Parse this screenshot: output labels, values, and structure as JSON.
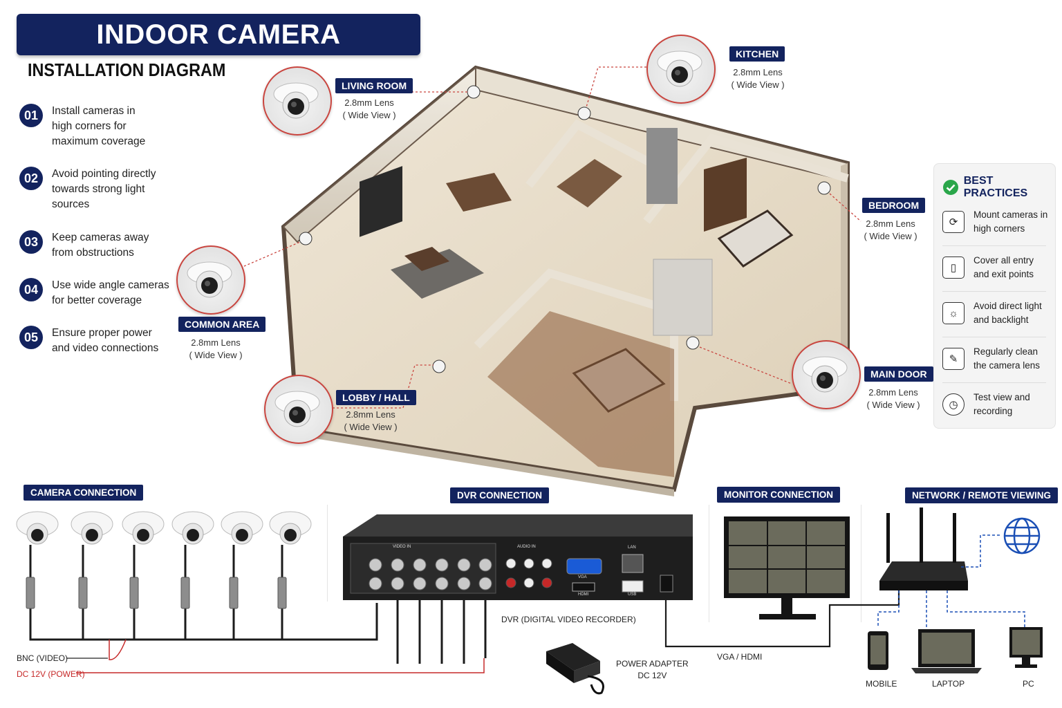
{
  "header": {
    "title": "INDOOR CAMERA PLACEMENT",
    "subtitle": "INSTALLATION DIAGRAM"
  },
  "steps": [
    {
      "num": "01",
      "text": "Install cameras in high corners for maximum coverage"
    },
    {
      "num": "02",
      "text": "Avoid pointing directly towards strong light sources"
    },
    {
      "num": "03",
      "text": "Keep cameras away from obstructions"
    },
    {
      "num": "04",
      "text": "Use wide angle cameras for better coverage"
    },
    {
      "num": "05",
      "text": "Ensure proper power and video connections"
    }
  ],
  "rooms": {
    "living_room": {
      "label": "LIVING ROOM",
      "lens": "2.8mm Lens",
      "view": "( Wide View )"
    },
    "kitchen": {
      "label": "KITCHEN",
      "lens": "2.8mm Lens",
      "view": "( Wide View )"
    },
    "bedroom": {
      "label": "BEDROOM",
      "lens": "2.8mm Lens",
      "view": "( Wide View )"
    },
    "common_area": {
      "label": "COMMON AREA",
      "lens": "2.8mm Lens",
      "view": "( Wide View )"
    },
    "lobby_hall": {
      "label": "LOBBY / HALL",
      "lens": "2.8mm Lens",
      "view": "( Wide View )"
    },
    "main_door": {
      "label": "MAIN DOOR",
      "lens": "2.8mm Lens",
      "view": "( Wide View )"
    }
  },
  "best_practices": {
    "title": "BEST PRACTICES",
    "items": [
      {
        "text": "Mount cameras in high corners",
        "icon": "camera-icon"
      },
      {
        "text": "Cover all entry and exit points",
        "icon": "door-icon"
      },
      {
        "text": "Avoid direct light and backlight",
        "icon": "sun-icon"
      },
      {
        "text": "Regularly clean the camera lens",
        "icon": "wrench-icon"
      },
      {
        "text": "Test view and recording",
        "icon": "clock-icon"
      }
    ]
  },
  "connections": {
    "camera": "CAMERA CONNECTION",
    "dvr": "DVR CONNECTION",
    "monitor": "MONITOR CONNECTION",
    "network": "NETWORK / REMOTE VIEWING",
    "dvr_caption": "DVR (DIGITAL VIDEO RECORDER)",
    "bnc": "BNC (VIDEO)",
    "dc": "DC 12V (POWER)",
    "power_adapter_1": "POWER ADAPTER",
    "power_adapter_2": "DC 12V",
    "vga_hdmi": "VGA / HDMI",
    "devices": {
      "mobile": "MOBILE",
      "laptop": "LAPTOP",
      "pc": "PC"
    },
    "dvr_panel": {
      "video_in": "VIDEO IN",
      "audio_in": "AUDIO IN",
      "lan": "LAN",
      "vga": "VGA",
      "hdmi": "HDMI",
      "usb": "USB"
    }
  },
  "colors": {
    "navy": "#13235e",
    "accent_red": "#c9453f",
    "check_green": "#2aa64a",
    "power_red": "#c62828"
  }
}
